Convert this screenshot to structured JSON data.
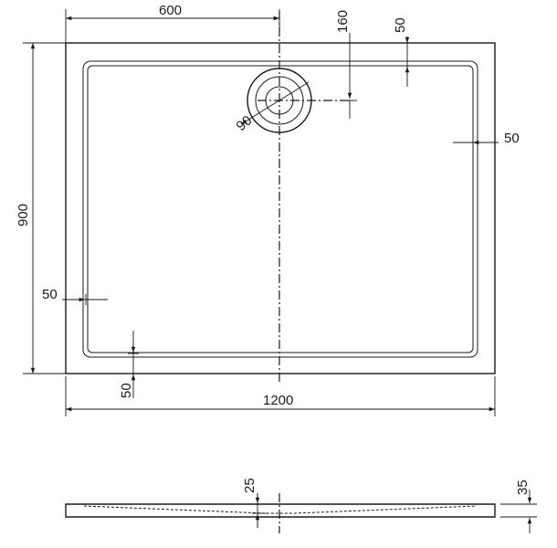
{
  "dimensions": {
    "half_width": "600",
    "drain_offset": "160",
    "top_rim": "50",
    "drain_diameter": "90",
    "right_rim": "50",
    "depth": "900",
    "left_rim": "50",
    "bottom_rim": "50",
    "width": "1200",
    "drain_depth": "25",
    "height": "35"
  }
}
